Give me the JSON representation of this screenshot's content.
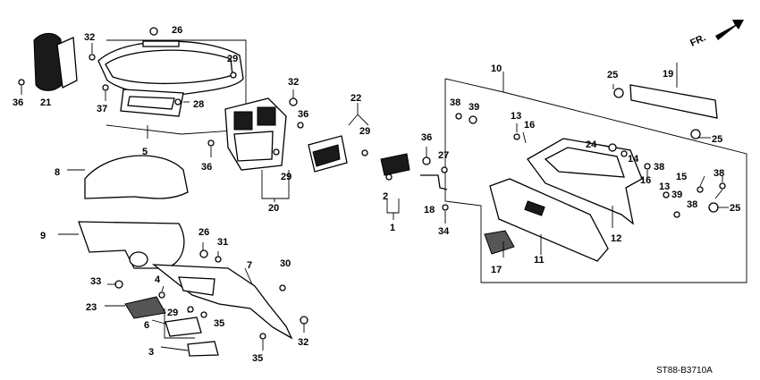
{
  "diagram": {
    "code": "ST88-B3710A",
    "direction_label": "FR."
  },
  "callouts": [
    {
      "id": "c1",
      "label": "1"
    },
    {
      "id": "c2",
      "label": "2"
    },
    {
      "id": "c3",
      "label": "3"
    },
    {
      "id": "c4",
      "label": "4"
    },
    {
      "id": "c5",
      "label": "5"
    },
    {
      "id": "c6",
      "label": "6"
    },
    {
      "id": "c7",
      "label": "7"
    },
    {
      "id": "c8",
      "label": "8"
    },
    {
      "id": "c9",
      "label": "9"
    },
    {
      "id": "c10",
      "label": "10"
    },
    {
      "id": "c11",
      "label": "11"
    },
    {
      "id": "c12",
      "label": "12"
    },
    {
      "id": "c13a",
      "label": "13"
    },
    {
      "id": "c13b",
      "label": "13"
    },
    {
      "id": "c14",
      "label": "14"
    },
    {
      "id": "c15",
      "label": "15"
    },
    {
      "id": "c16a",
      "label": "16"
    },
    {
      "id": "c16b",
      "label": "16"
    },
    {
      "id": "c17",
      "label": "17"
    },
    {
      "id": "c18",
      "label": "18"
    },
    {
      "id": "c19",
      "label": "19"
    },
    {
      "id": "c20",
      "label": "20"
    },
    {
      "id": "c21",
      "label": "21"
    },
    {
      "id": "c22",
      "label": "22"
    },
    {
      "id": "c23",
      "label": "23"
    },
    {
      "id": "c24",
      "label": "24"
    },
    {
      "id": "c25a",
      "label": "25"
    },
    {
      "id": "c25b",
      "label": "25"
    },
    {
      "id": "c25c",
      "label": "25"
    },
    {
      "id": "c26a",
      "label": "26"
    },
    {
      "id": "c26b",
      "label": "26"
    },
    {
      "id": "c27",
      "label": "27"
    },
    {
      "id": "c28",
      "label": "28"
    },
    {
      "id": "c29a",
      "label": "29"
    },
    {
      "id": "c29b",
      "label": "29"
    },
    {
      "id": "c29c",
      "label": "29"
    },
    {
      "id": "c29d",
      "label": "29"
    },
    {
      "id": "c30",
      "label": "30"
    },
    {
      "id": "c31",
      "label": "31"
    },
    {
      "id": "c32a",
      "label": "32"
    },
    {
      "id": "c32b",
      "label": "32"
    },
    {
      "id": "c32c",
      "label": "32"
    },
    {
      "id": "c33",
      "label": "33"
    },
    {
      "id": "c34",
      "label": "34"
    },
    {
      "id": "c35a",
      "label": "35"
    },
    {
      "id": "c35b",
      "label": "35"
    },
    {
      "id": "c36a",
      "label": "36"
    },
    {
      "id": "c36b",
      "label": "36"
    },
    {
      "id": "c36c",
      "label": "36"
    },
    {
      "id": "c36d",
      "label": "36"
    },
    {
      "id": "c37",
      "label": "37"
    },
    {
      "id": "c38a",
      "label": "38"
    },
    {
      "id": "c38b",
      "label": "38"
    },
    {
      "id": "c38c",
      "label": "38"
    },
    {
      "id": "c38d",
      "label": "38"
    },
    {
      "id": "c39a",
      "label": "39"
    },
    {
      "id": "c39b",
      "label": "39"
    }
  ]
}
